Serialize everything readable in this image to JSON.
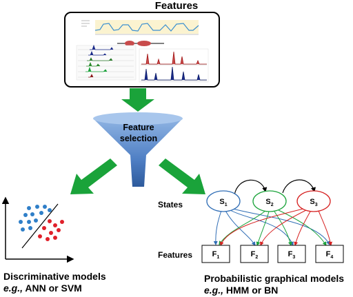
{
  "features_panel": {
    "title": "Features"
  },
  "funnel": {
    "line1": "Feature",
    "line2": "selection"
  },
  "discriminative": {
    "line1": "Discriminative models",
    "eg": "e.g.,",
    "models": " ANN or SVM"
  },
  "graphical": {
    "states_label": "States",
    "features_label": "Features",
    "state_nodes": [
      {
        "main": "S",
        "sub": "1",
        "color": "#2f6db5"
      },
      {
        "main": "S",
        "sub": "2",
        "color": "#1aa33a"
      },
      {
        "main": "S",
        "sub": "3",
        "color": "#d62020"
      }
    ],
    "feature_nodes": [
      {
        "main": "F",
        "sub": "1"
      },
      {
        "main": "F",
        "sub": "2"
      },
      {
        "main": "F",
        "sub": "3"
      },
      {
        "main": "F",
        "sub": "4"
      }
    ],
    "line1": "Probabilistic graphical models",
    "eg": "e.g.,",
    "models": " HMM or BN"
  },
  "colors": {
    "arrow_green": "#1aa33a",
    "funnel_blue": "#5b8fd0",
    "dot_blue": "#2f7fc8",
    "dot_red": "#e0202a"
  }
}
